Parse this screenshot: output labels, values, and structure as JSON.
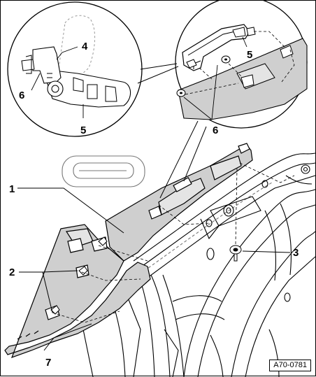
{
  "callouts": {
    "c1": "1",
    "c2": "2",
    "c3": "3",
    "c4": "4",
    "c5a": "5",
    "c5b": "5",
    "c6a": "6",
    "c6b": "6",
    "c7": "7"
  },
  "figure_ref": "A70-0781",
  "colors": {
    "trim_fill": "#cfcfcf",
    "trim_light": "#e4e4e4",
    "ghost": "#bdbdbd",
    "line": "#000000"
  }
}
